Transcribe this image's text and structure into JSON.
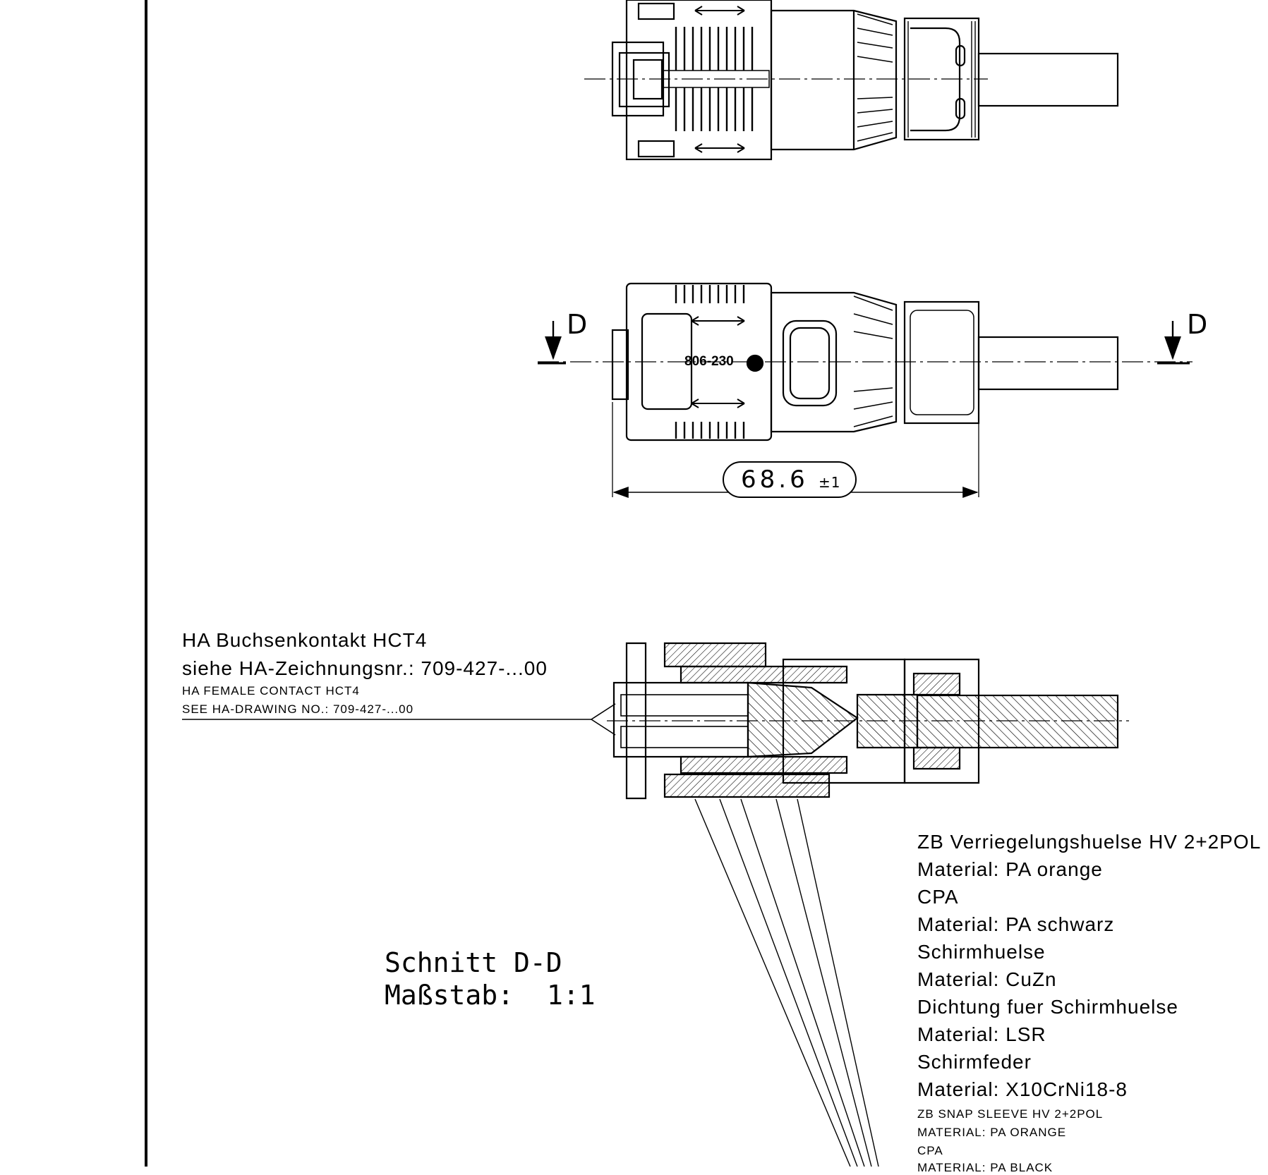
{
  "views": {
    "section_marker": "D",
    "part_stamp": "806-230"
  },
  "dimension": {
    "value": "68.6",
    "tolerance": "±1"
  },
  "section": {
    "title": "Schnitt D-D",
    "scale_label": "Maßstab:",
    "scale_value": "1:1"
  },
  "contact_note": {
    "line1": "HA Buchsenkontakt HCT4",
    "line2": "siehe HA-Zeichnungsnr.: 709-427-...00",
    "line3": "HA FEMALE CONTACT HCT4",
    "line4": "SEE HA-DRAWING NO.: 709-427-...00"
  },
  "parts_list_de": [
    "ZB Verriegelungshuelse HV 2+2POL",
    "Material: PA orange",
    "CPA",
    "Material: PA schwarz",
    "Schirmhuelse",
    "Material: CuZn",
    "Dichtung fuer Schirmhuelse",
    "Material: LSR",
    "Schirmfeder",
    "Material: X10CrNi18-8"
  ],
  "parts_list_en": [
    "ZB SNAP SLEEVE HV 2+2POL",
    "MATERIAL: PA ORANGE",
    "CPA",
    "MATERIAL: PA BLACK"
  ]
}
